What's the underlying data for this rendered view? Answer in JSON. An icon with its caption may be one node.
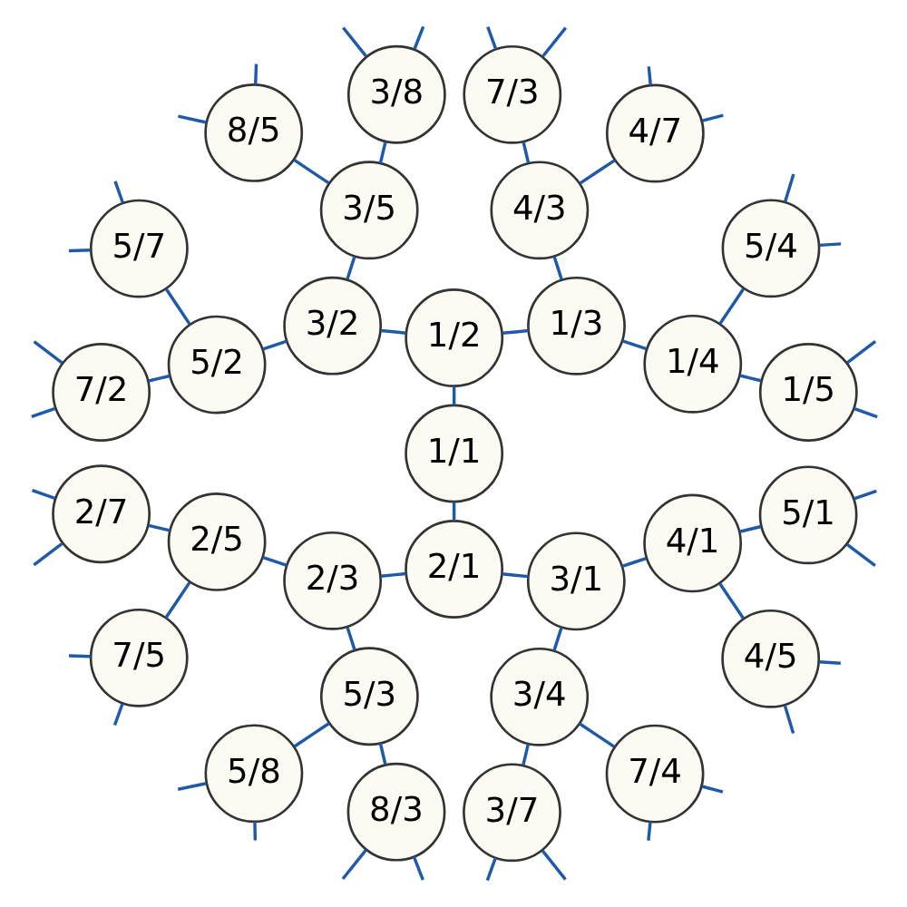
{
  "diagram": {
    "nodes": [
      {
        "text": [
          "1/1"
        ]
      },
      {
        "text": [
          "1/2"
        ]
      },
      {
        "text": [
          "2/1"
        ]
      },
      {
        "text": [
          "1/3"
        ]
      },
      {
        "text": [
          "3/2"
        ]
      },
      {
        "text": [
          "2/3"
        ]
      },
      {
        "text": [
          "3/1"
        ]
      },
      {
        "text": [
          "1/4"
        ]
      },
      {
        "text": [
          "4/3"
        ]
      },
      {
        "text": [
          "3/5"
        ]
      },
      {
        "text": [
          "5/2"
        ]
      },
      {
        "text": [
          "2/5"
        ]
      },
      {
        "text": [
          "5/3"
        ]
      },
      {
        "text": [
          "3/4"
        ]
      },
      {
        "text": [
          "4/1"
        ]
      },
      {
        "text": [
          "1/5"
        ]
      },
      {
        "text": [
          "5/4"
        ]
      },
      {
        "text": [
          "4/7"
        ]
      },
      {
        "text": [
          "7/3"
        ]
      },
      {
        "text": [
          "3/8"
        ]
      },
      {
        "text": [
          "8/5"
        ]
      },
      {
        "text": [
          "5/7"
        ]
      },
      {
        "text": [
          "7/2"
        ]
      },
      {
        "text": [
          "2/7"
        ]
      },
      {
        "text": [
          "7/5"
        ]
      },
      {
        "text": [
          "5/8"
        ]
      },
      {
        "text": [
          "8/3"
        ]
      },
      {
        "text": [
          "3/7"
        ]
      },
      {
        "text": [
          "7/4"
        ]
      },
      {
        "text": [
          "4/5"
        ]
      },
      {
        "text": [
          "5/1"
        ]
      }
    ],
    "edges": [
      {
        "from": 0,
        "to": 1,
        "arrow": "none"
      },
      {
        "from": 0,
        "to": 2,
        "arrow": "none"
      },
      {
        "from": 1,
        "to": 3,
        "arrow": "none"
      },
      {
        "from": 1,
        "to": 4,
        "arrow": "none"
      },
      {
        "from": 2,
        "to": 5,
        "arrow": "none"
      },
      {
        "from": 2,
        "to": 6,
        "arrow": "none"
      },
      {
        "from": 3,
        "to": 7,
        "arrow": "none"
      },
      {
        "from": 3,
        "to": 8,
        "arrow": "none"
      },
      {
        "from": 4,
        "to": 9,
        "arrow": "none"
      },
      {
        "from": 4,
        "to": 10,
        "arrow": "none"
      },
      {
        "from": 5,
        "to": 11,
        "arrow": "none"
      },
      {
        "from": 5,
        "to": 12,
        "arrow": "none"
      },
      {
        "from": 6,
        "to": 13,
        "arrow": "none"
      },
      {
        "from": 6,
        "to": 14,
        "arrow": "none"
      },
      {
        "from": 7,
        "to": 15,
        "arrow": "none"
      },
      {
        "from": 7,
        "to": 16,
        "arrow": "none"
      },
      {
        "from": 8,
        "to": 17,
        "arrow": "none"
      },
      {
        "from": 8,
        "to": 18,
        "arrow": "none"
      },
      {
        "from": 9,
        "to": 19,
        "arrow": "none"
      },
      {
        "from": 9,
        "to": 20,
        "arrow": "none"
      },
      {
        "from": 10,
        "to": 21,
        "arrow": "none"
      },
      {
        "from": 10,
        "to": 22,
        "arrow": "none"
      },
      {
        "from": 11,
        "to": 23,
        "arrow": "none"
      },
      {
        "from": 11,
        "to": 24,
        "arrow": "none"
      },
      {
        "from": 12,
        "to": 25,
        "arrow": "none"
      },
      {
        "from": 12,
        "to": 26,
        "arrow": "none"
      },
      {
        "from": 13,
        "to": 27,
        "arrow": "none"
      },
      {
        "from": 13,
        "to": 28,
        "arrow": "none"
      },
      {
        "from": 14,
        "to": 29,
        "arrow": "none"
      },
      {
        "from": 14,
        "to": 30,
        "arrow": "none"
      },
      {
        "from": 15,
        "to": null,
        "arrow": "none"
      },
      {
        "from": 15,
        "to": null,
        "arrow": "none"
      },
      {
        "from": 16,
        "to": null,
        "arrow": "none"
      },
      {
        "from": 16,
        "to": null,
        "arrow": "none"
      },
      {
        "from": 17,
        "to": null,
        "arrow": "none"
      },
      {
        "from": 17,
        "to": null,
        "arrow": "none"
      },
      {
        "from": 18,
        "to": null,
        "arrow": "none"
      },
      {
        "from": 18,
        "to": null,
        "arrow": "none"
      },
      {
        "from": 19,
        "to": null,
        "arrow": "none"
      },
      {
        "from": 19,
        "to": null,
        "arrow": "none"
      },
      {
        "from": 20,
        "to": null,
        "arrow": "none"
      },
      {
        "from": 20,
        "to": null,
        "arrow": "none"
      },
      {
        "from": 21,
        "to": null,
        "arrow": "none"
      },
      {
        "from": 21,
        "to": null,
        "arrow": "none"
      },
      {
        "from": 22,
        "to": null,
        "arrow": "none"
      },
      {
        "from": 22,
        "to": null,
        "arrow": "none"
      },
      {
        "from": 23,
        "to": null,
        "arrow": "none"
      },
      {
        "from": 23,
        "to": null,
        "arrow": "none"
      },
      {
        "from": 24,
        "to": null,
        "arrow": "none"
      },
      {
        "from": 24,
        "to": null,
        "arrow": "none"
      },
      {
        "from": 25,
        "to": null,
        "arrow": "none"
      },
      {
        "from": 25,
        "to": null,
        "arrow": "none"
      },
      {
        "from": 26,
        "to": null,
        "arrow": "none"
      },
      {
        "from": 26,
        "to": null,
        "arrow": "none"
      },
      {
        "from": 27,
        "to": null,
        "arrow": "none"
      },
      {
        "from": 27,
        "to": null,
        "arrow": "none"
      },
      {
        "from": 28,
        "to": null,
        "arrow": "none"
      },
      {
        "from": 28,
        "to": null,
        "arrow": "none"
      },
      {
        "from": 29,
        "to": null,
        "arrow": "none"
      },
      {
        "from": 29,
        "to": null,
        "arrow": "none"
      },
      {
        "from": 30,
        "to": null,
        "arrow": "none"
      },
      {
        "from": 30,
        "to": null,
        "arrow": "none"
      }
    ]
  }
}
